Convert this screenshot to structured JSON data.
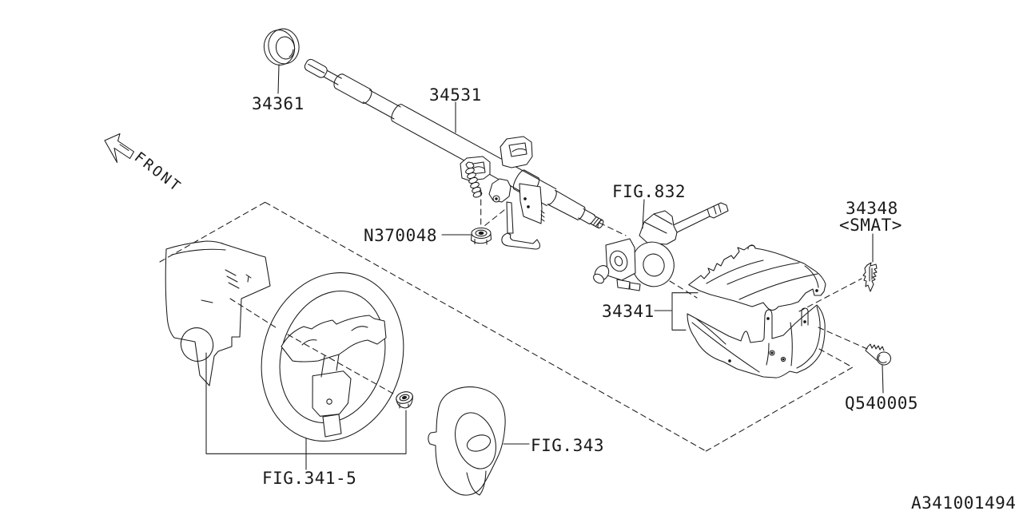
{
  "diagram": {
    "id": "A341001494",
    "direction_label": "FRONT",
    "labels": {
      "seal": "34361",
      "column": "34531",
      "nut": "N370048",
      "switch_fig": "FIG.832",
      "cover": "34341",
      "clip": "34348",
      "clip_note": "<SMAT>",
      "screw": "Q540005",
      "airbag_fig": "FIG.343",
      "wheel_fig": "FIG.341-5"
    },
    "colors": {
      "line": "#1a1a1a",
      "background": "#ffffff"
    }
  }
}
